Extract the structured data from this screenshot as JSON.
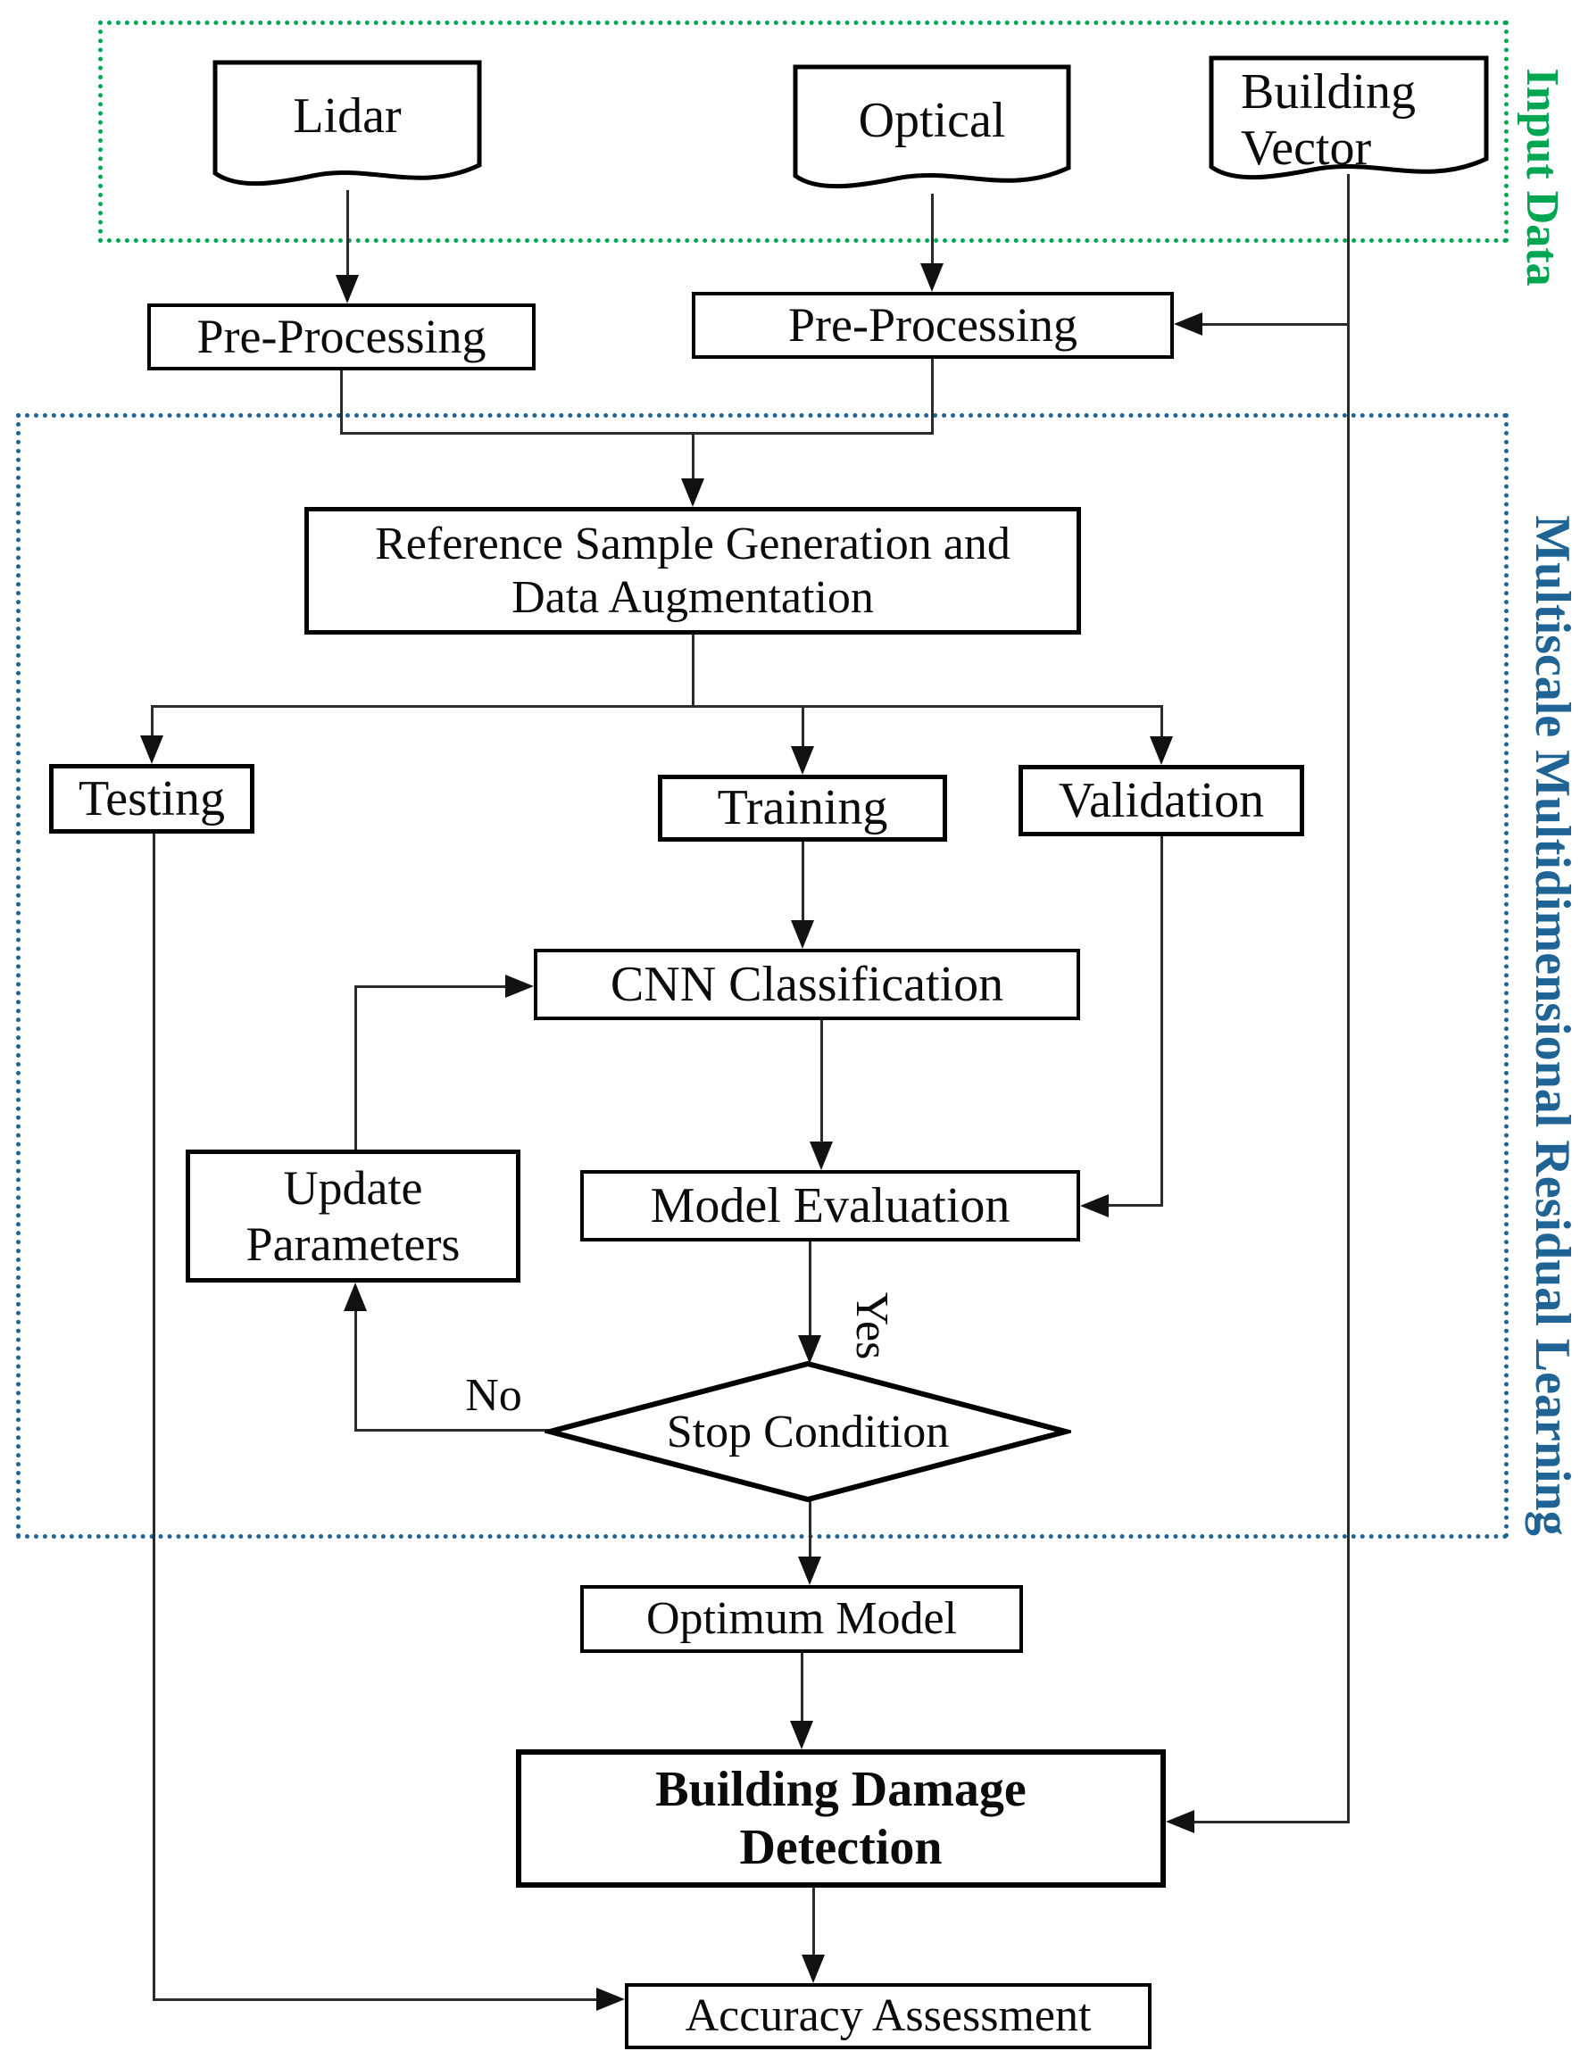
{
  "colors": {
    "green": "#00a651",
    "blue": "#1f6494"
  },
  "frames": {
    "input_data": {
      "label": "Input Data"
    },
    "mmrl": {
      "label": "Multiscale Multidimensional Residual Learning"
    }
  },
  "nodes": {
    "lidar": "Lidar",
    "optical": "Optical",
    "building_vector": "Building\nVector",
    "prep_left": "Pre-Processing",
    "prep_right": "Pre-Processing",
    "reference": "Reference Sample Generation and\nData Augmentation",
    "testing": "Testing",
    "training": "Training",
    "validation": "Validation",
    "cnn": "CNN Classification",
    "update_parameters": "Update\nParameters",
    "model_evaluation": "Model Evaluation",
    "stop_condition": "Stop Condition",
    "optimum_model": "Optimum Model",
    "building_damage_detection": "Building Damage\nDetection",
    "accuracy_assessment": "Accuracy Assessment"
  },
  "edge_labels": {
    "yes": "Yes",
    "no": "No"
  }
}
